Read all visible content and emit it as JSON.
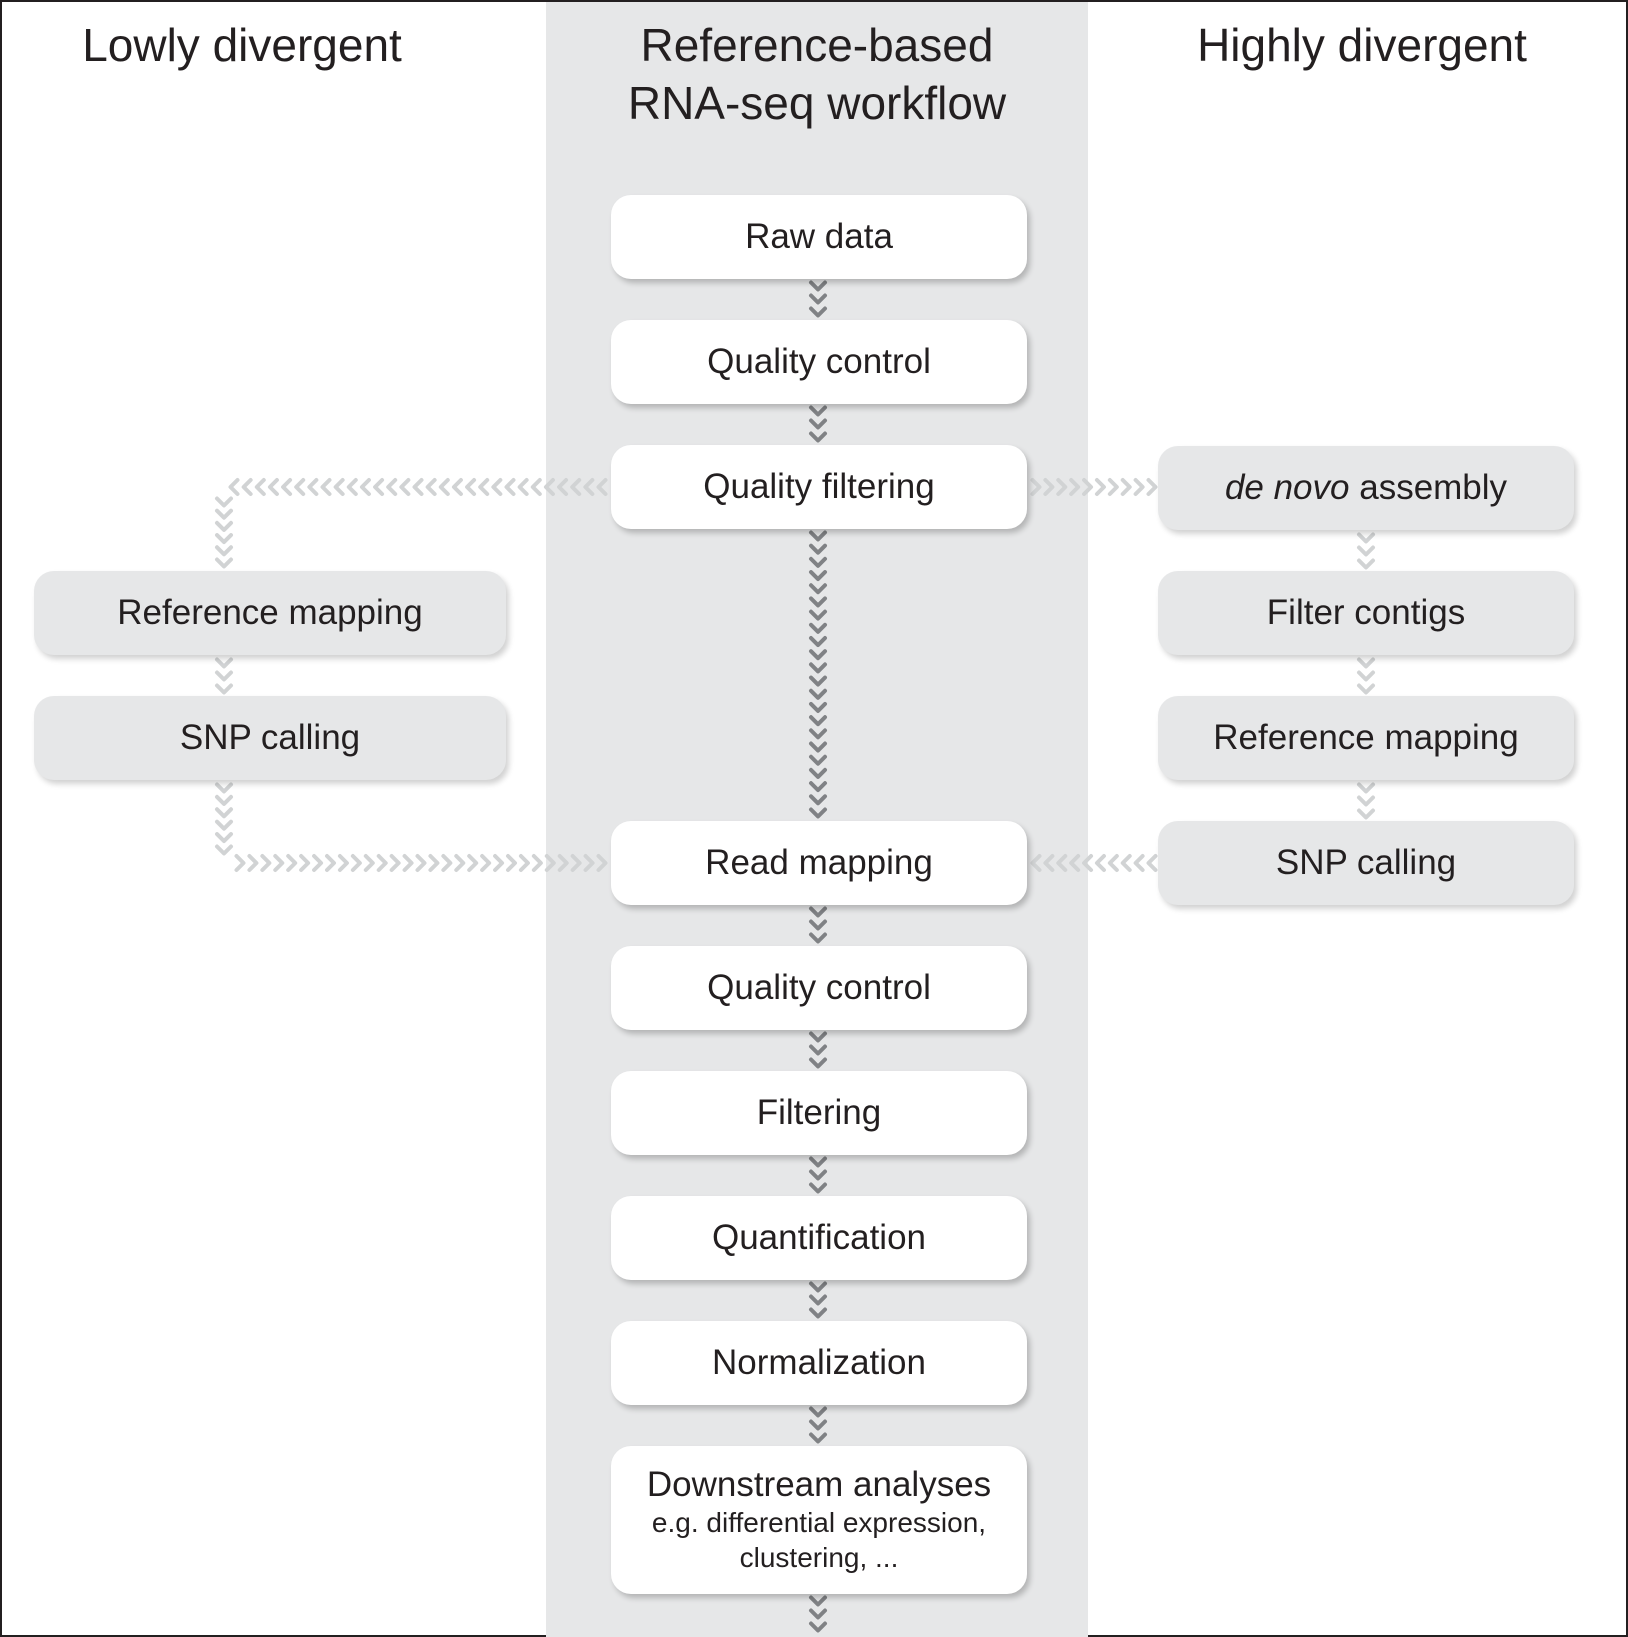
{
  "columns": {
    "left_title": "Lowly divergent",
    "center_title_line1": "Reference-based",
    "center_title_line2": "RNA-seq workflow",
    "right_title": "Highly divergent"
  },
  "main_steps": {
    "raw_data": "Raw data",
    "quality_control_1": "Quality control",
    "quality_filtering": "Quality filtering",
    "read_mapping": "Read mapping",
    "quality_control_2": "Quality control",
    "filtering": "Filtering",
    "quantification": "Quantification",
    "normalization": "Normalization",
    "downstream_title": "Downstream analyses",
    "downstream_sub1": "e.g. differential expression,",
    "downstream_sub2": "clustering, ..."
  },
  "left_steps": {
    "reference_mapping": "Reference mapping",
    "snp_calling": "SNP calling"
  },
  "right_steps": {
    "de_novo_italic": "de novo",
    "de_novo_rest": " assembly",
    "filter_contigs": "Filter contigs",
    "reference_mapping": "Reference mapping",
    "snp_calling": "SNP calling"
  },
  "colors": {
    "band": "#e6e7e8",
    "main_arrow": "#808285",
    "side_arrow": "#d1d3d4",
    "text": "#231f20"
  }
}
